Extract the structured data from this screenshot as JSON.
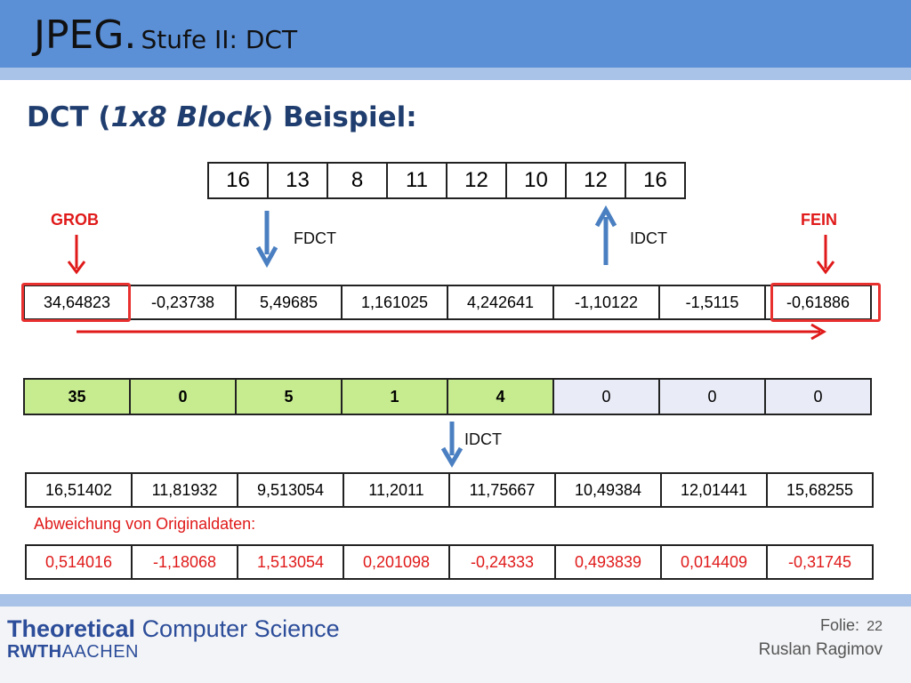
{
  "header": {
    "title_main": "JPEG.",
    "title_sub": "Stufe II: DCT"
  },
  "subtitle": {
    "pre": "DCT (",
    "italic": "1x8 Block",
    "post": ") Beispiel:"
  },
  "original": [
    "16",
    "13",
    "8",
    "11",
    "12",
    "10",
    "12",
    "16"
  ],
  "labels": {
    "grob": "GROB",
    "fein": "FEIN",
    "fdct": "FDCT",
    "idct_top": "IDCT",
    "idct_mid": "IDCT"
  },
  "dct_coefficients": [
    "34,64823",
    "-0,23738",
    "5,49685",
    "1,161025",
    "4,242641",
    "-1,10122",
    "-1,5115",
    "-0,61886"
  ],
  "quantized": [
    "35",
    "0",
    "5",
    "1",
    "4",
    "0",
    "0",
    "0"
  ],
  "reconstructed": [
    "16,51402",
    "11,81932",
    "9,513054",
    "11,2011",
    "11,75667",
    "10,49384",
    "12,01441",
    "15,68255"
  ],
  "deviation": {
    "label": "Abweichung von Originaldaten:",
    "values": [
      "0,514016",
      "-1,18068",
      "1,513054",
      "0,201098",
      "-0,24333",
      "0,493839",
      "0,014409",
      "-0,31745"
    ]
  },
  "colors": {
    "header_blue": "#5b8fd6",
    "band_light_blue": "#a9c3e8",
    "arrow_blue": "#4a7fc1",
    "arrow_red": "#e01a1a",
    "quantized_green": "#c7ec8f"
  },
  "footer": {
    "logo_line1_bold": "Theoretical",
    "logo_line1_rest": "Computer Science",
    "logo_line2_bold": "RWTH",
    "logo_line2_rest": "AACHEN",
    "slide_label": "Folie:",
    "slide_number": "22",
    "author": "Ruslan Ragimov"
  }
}
